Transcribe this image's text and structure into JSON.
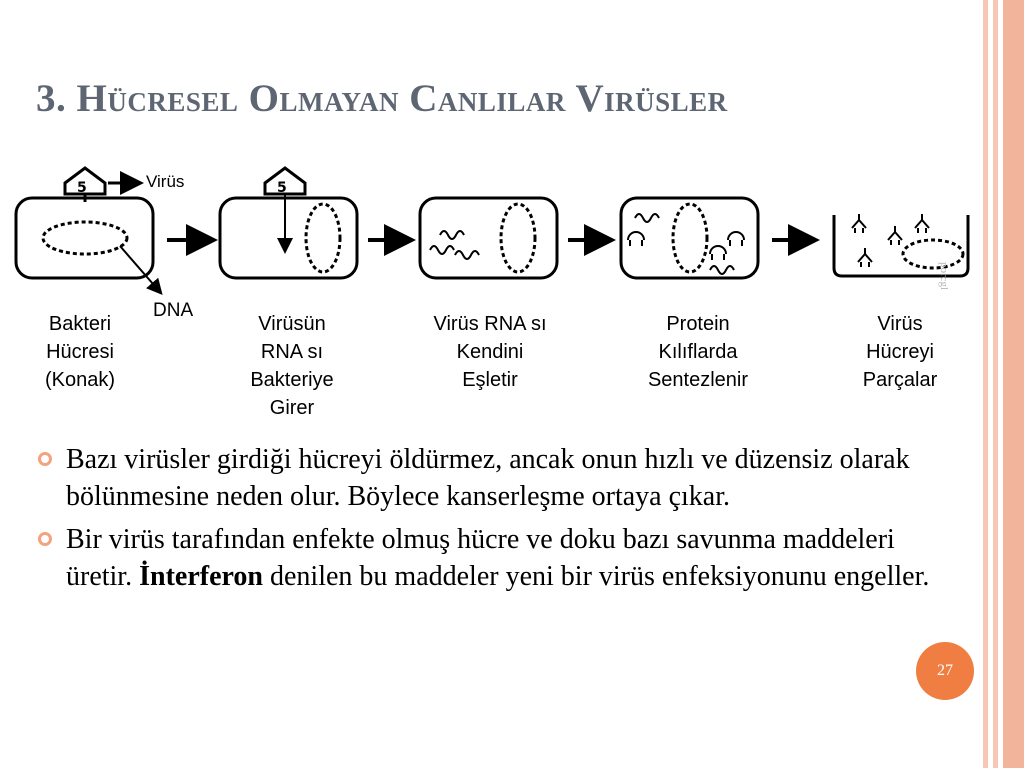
{
  "slide": {
    "title": "3. Hücresel Olmayan Canlılar Virüsler",
    "page_number": "27",
    "watermark": "porcgl"
  },
  "diagram": {
    "virus_label": "Virüs",
    "dna_label": "DNA",
    "steps": [
      {
        "line1": "Bakteri",
        "line2": "Hücresi",
        "line3": "(Konak)",
        "line4": ""
      },
      {
        "line1": "Virüsün",
        "line2": "RNA sı",
        "line3": "Bakteriye",
        "line4": "Girer"
      },
      {
        "line1": "Virüs RNA sı",
        "line2": "Kendini",
        "line3": "Eşletir",
        "line4": ""
      },
      {
        "line1": "Protein",
        "line2": "Kılıflarda",
        "line3": "Sentezlenir",
        "line4": ""
      },
      {
        "line1": "Virüs",
        "line2": "Hücreyi",
        "line3": "Parçalar",
        "line4": ""
      }
    ]
  },
  "bullets": [
    {
      "text": "Bazı virüsler girdiği hücreyi öldürmez, ancak onun hızlı ve düzensiz olarak bölünmesine neden olur. Böylece kanserleşme ortaya çıkar."
    },
    {
      "before": "Bir virüs tarafından enfekte olmuş hücre ve doku bazı savunma maddeleri üretir. ",
      "bold": "İnterferon",
      "after": " denilen bu maddeler yeni bir virüs enfeksiyonunu engeller."
    }
  ],
  "colors": {
    "title": "#5d6672",
    "accent": "#f07e43",
    "stripe": "#f7c7b5",
    "bullet": "#f4a27f"
  }
}
